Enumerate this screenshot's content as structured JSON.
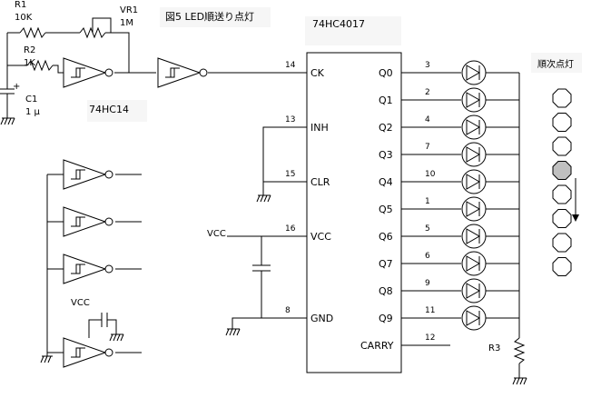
{
  "title": "図5 LED順送り点灯",
  "ic_name": "74HC4017",
  "inverter_name": "74HC14",
  "components": {
    "r1_name": "R1",
    "r1_value": "10K",
    "vr1_name": "VR1",
    "vr1_value": "1M",
    "r2_name": "R2",
    "r2_value": "1K",
    "c1_name": "C1",
    "c1_value": "1 μ",
    "r3_name": "R3",
    "vcc_label": "VCC",
    "plus_sign": "+"
  },
  "pins_left": [
    {
      "name": "CK",
      "number": "14"
    },
    {
      "name": "INH",
      "number": "13"
    },
    {
      "name": "CLR",
      "number": "15"
    },
    {
      "name": "VCC",
      "number": "16"
    },
    {
      "name": "GND",
      "number": "8"
    }
  ],
  "pins_right": [
    {
      "name": "Q0",
      "number": "3"
    },
    {
      "name": "Q1",
      "number": "2"
    },
    {
      "name": "Q2",
      "number": "4"
    },
    {
      "name": "Q3",
      "number": "7"
    },
    {
      "name": "Q4",
      "number": "10"
    },
    {
      "name": "Q5",
      "number": "1"
    },
    {
      "name": "Q6",
      "number": "5"
    },
    {
      "name": "Q7",
      "number": "6"
    },
    {
      "name": "Q8",
      "number": "9"
    },
    {
      "name": "Q9",
      "number": "11"
    },
    {
      "name": "CARRY",
      "number": "12"
    }
  ],
  "sequence": {
    "label": "順次点灯",
    "count": 8,
    "lit_index": 3,
    "lit_color": "#c0c0c0",
    "off_color": "#ffffff"
  }
}
